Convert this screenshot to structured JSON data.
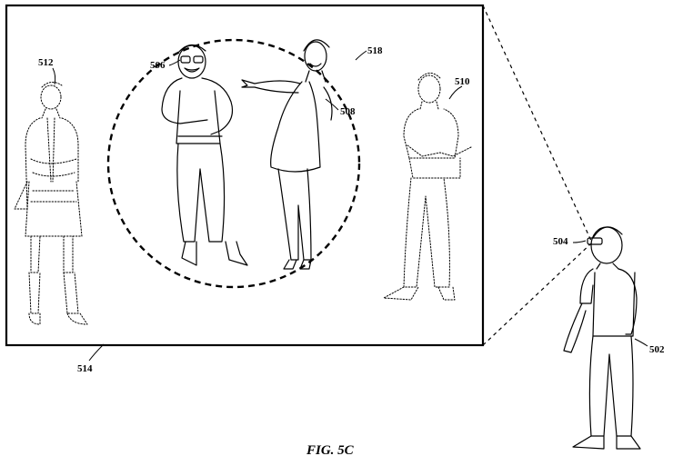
{
  "figure": {
    "caption": "FIG. 5C",
    "labels": {
      "display_frame": "514",
      "focus_circle": "518",
      "person_left": "512",
      "person_laughing": "506",
      "person_pointing": "508",
      "person_phone": "510",
      "viewer": "502",
      "eyewear": "504"
    }
  }
}
